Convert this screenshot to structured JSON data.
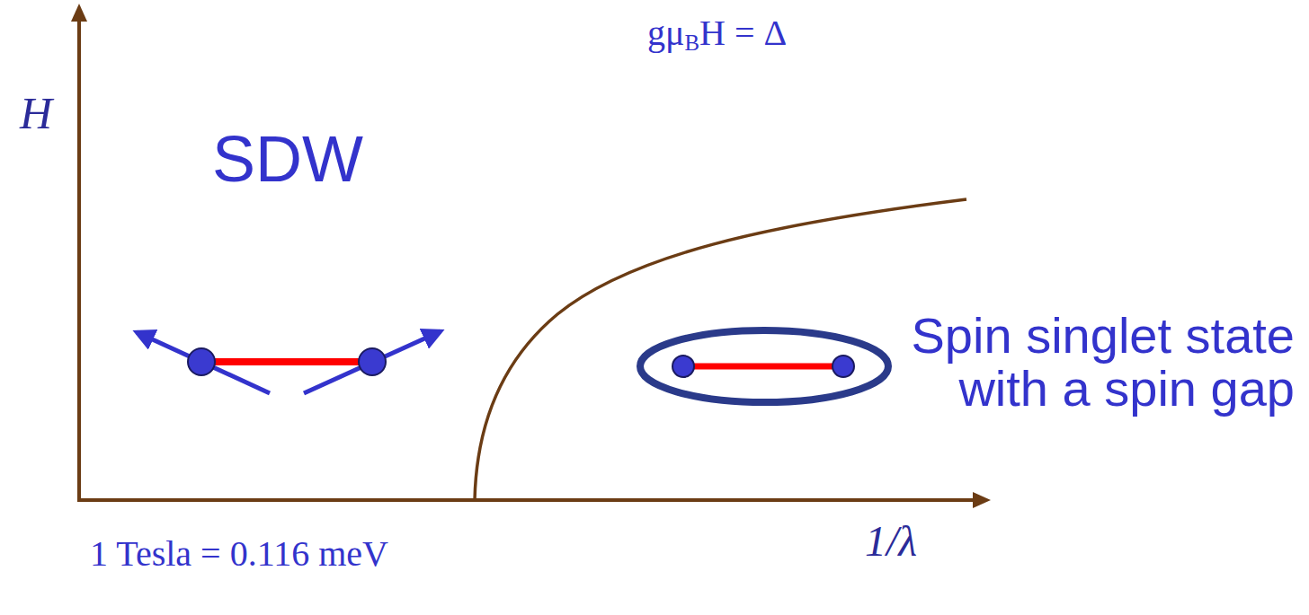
{
  "diagram": {
    "labels": [
      "H",
      "SDW",
      "gμBH = Δ",
      "Spin singlet state with a spin gap",
      "1/λ",
      "1 Tesla = 0.116 meV"
    ]
  }
}
